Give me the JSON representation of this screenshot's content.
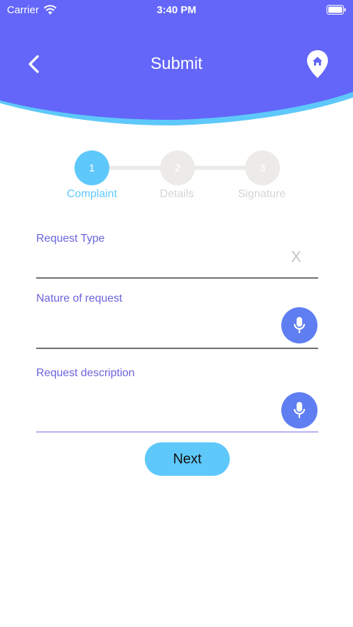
{
  "status_bar": {
    "carrier": "Carrier",
    "time": "3:40 PM"
  },
  "header": {
    "title": "Submit",
    "back_icon": "chevron-left-icon",
    "home_icon": "home-location-pin-icon"
  },
  "stepper": {
    "steps": [
      {
        "number": "1",
        "label": "Complaint",
        "active": true
      },
      {
        "number": "2",
        "label": "Details",
        "active": false
      },
      {
        "number": "3",
        "label": "Signature",
        "active": false
      }
    ]
  },
  "form": {
    "request_type": {
      "label": "Request Type",
      "value": "",
      "clear_text": "X"
    },
    "nature_of_request": {
      "label": "Nature of request",
      "value": ""
    },
    "request_description": {
      "label": "Request description",
      "value": ""
    }
  },
  "actions": {
    "next_label": "Next"
  },
  "colors": {
    "header_purple": "#6366f8",
    "header_wave_blue": "#5ec8fb",
    "accent_blue": "#5ec8fb",
    "label_purple": "#6a63dc",
    "mic_blue": "#5f7ef2",
    "inactive_gray": "#ecebe8"
  }
}
